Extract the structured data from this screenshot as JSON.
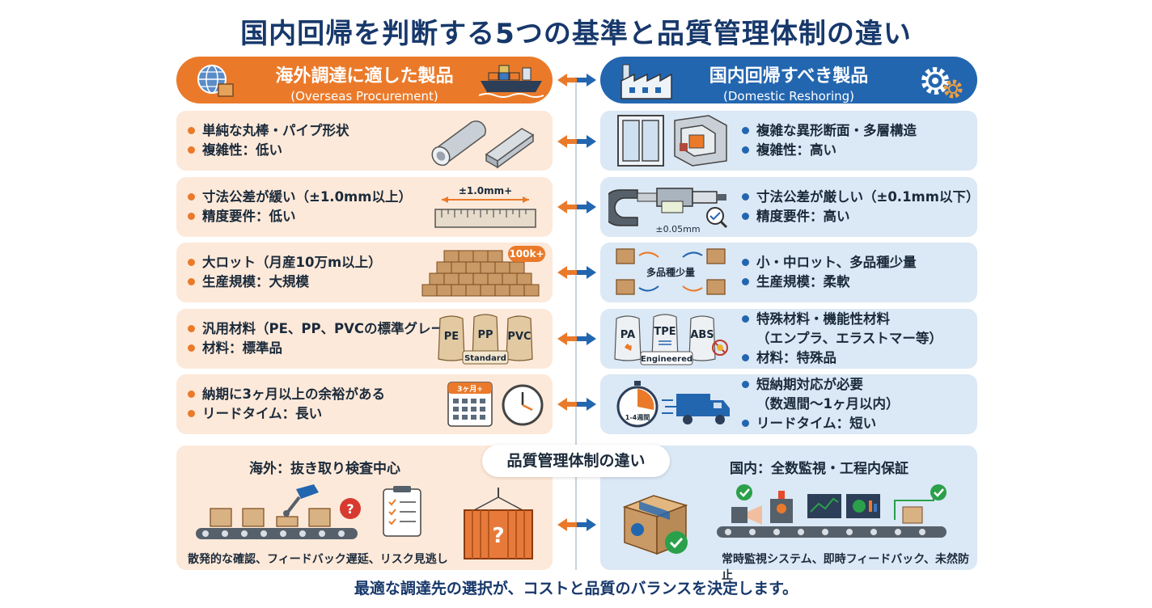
{
  "title": "国内回帰を判断する5つの基準と品質管理体制の違い",
  "left_header": {
    "jp": "海外調達に適した製品",
    "en": "(Overseas Procurement)"
  },
  "right_header": {
    "jp": "国内回帰すべき製品",
    "en": "(Domestic Reshoring)"
  },
  "rows": [
    {
      "left": [
        "単純な丸棒・パイプ形状",
        "複雑性：低い"
      ],
      "right": [
        "複雑な異形断面・多層構造",
        "複雑性：高い"
      ]
    },
    {
      "left": [
        "寸法公差が緩い（±1.0mm以上）",
        "精度要件：低い"
      ],
      "right": [
        "寸法公差が厳しい（±0.1mm以下）",
        "精度要件：高い"
      ],
      "left_tag": "±1.0mm+",
      "right_tag": "±0.05mm"
    },
    {
      "left": [
        "大ロット（月産10万m以上）",
        "生産規模：大規模"
      ],
      "right": [
        "小・中ロット、多品種少量",
        "生産規模：柔軟"
      ],
      "left_tag": "100k+",
      "right_tag": "多品種少量"
    },
    {
      "left": [
        "汎用材料（PE、PP、PVCの標準グレード）",
        "材料：標準品"
      ],
      "right": [
        "特殊材料・機能性材料",
        "（エンプラ、エラストマー等）",
        "材料：特殊品"
      ],
      "left_bags": [
        "PE",
        "PP",
        "PVC"
      ],
      "left_tag": "Standard",
      "right_bags": [
        "PA",
        "TPE",
        "ABS"
      ],
      "right_tag": "Engineered"
    },
    {
      "left": [
        "納期に3ヶ月以上の余裕がある",
        "リードタイム：長い"
      ],
      "right": [
        "短納期対応が必要",
        "（数週間〜1ヶ月以内）",
        "リードタイム：短い"
      ],
      "left_tag": "3ヶ月+",
      "right_tag": "1-4週間"
    }
  ],
  "quality": {
    "label": "品質管理体制の違い",
    "left_head": "海外：抜き取り検査中心",
    "left_caption": "散発的な確認、フィードバック遅延、リスク見逃し",
    "right_head": "国内：全数監視・工程内保証",
    "right_caption": "常時監視システム、即時フィードバック、未然防止",
    "question_mark": "?"
  },
  "footer": "最適な調達先の選択が、コストと品質のバランスを決定します。",
  "colors": {
    "orange": "#ea7a2a",
    "blue": "#2366b0",
    "navy": "#17386b",
    "light_orange": "#fde9d9",
    "light_blue": "#dbe8f5"
  }
}
